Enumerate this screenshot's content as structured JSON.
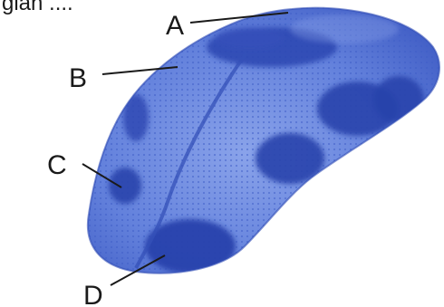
{
  "caption": "gian ....",
  "labels": {
    "a": "A",
    "b": "B",
    "c": "C",
    "d": "D"
  },
  "colors": {
    "tongue_base": "#4f6fd2",
    "tongue_light": "#7c97e6",
    "tongue_dark": "#2b49b6",
    "patch": "#2742ac",
    "label_text": "#1a1a1a"
  }
}
